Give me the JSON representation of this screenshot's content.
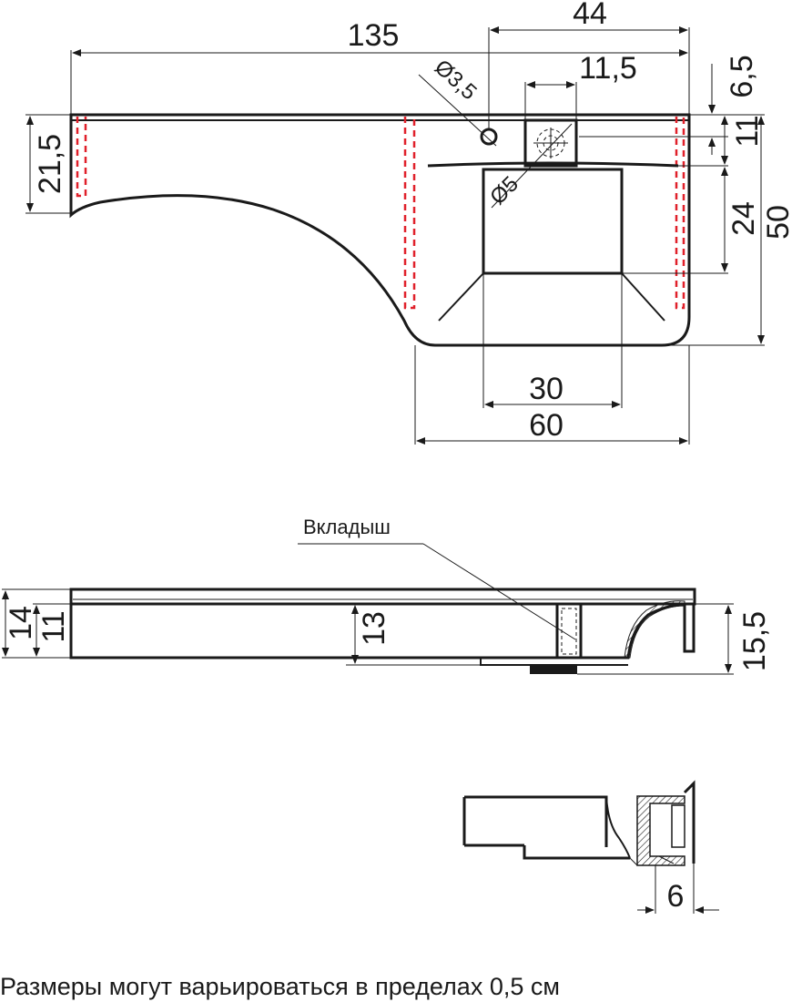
{
  "diagram": {
    "top_view": {
      "dims": {
        "total_length": "135",
        "right_part": "44",
        "hole_offset": "11,5",
        "small_diameter": "Ø3,5",
        "drain_diameter": "Ø5",
        "edge_offset": "6,5",
        "left_height": "21,5",
        "right_top": "11",
        "bowl_depth": "24",
        "total_width": "50",
        "bowl_width": "30",
        "base_width": "60"
      }
    },
    "side_view": {
      "insert_label": "Вкладыш",
      "dims": {
        "total_height": "14",
        "body_height": "11",
        "inner_height": "13",
        "right_height": "15,5"
      }
    },
    "section_view": {
      "dims": {
        "wall": "6"
      }
    },
    "note": "Размеры могут варьироваться в пределах 0,5 см"
  },
  "colors": {
    "line": "#1a1a1a",
    "hidden_red": "#e0202a",
    "background": "#ffffff"
  }
}
